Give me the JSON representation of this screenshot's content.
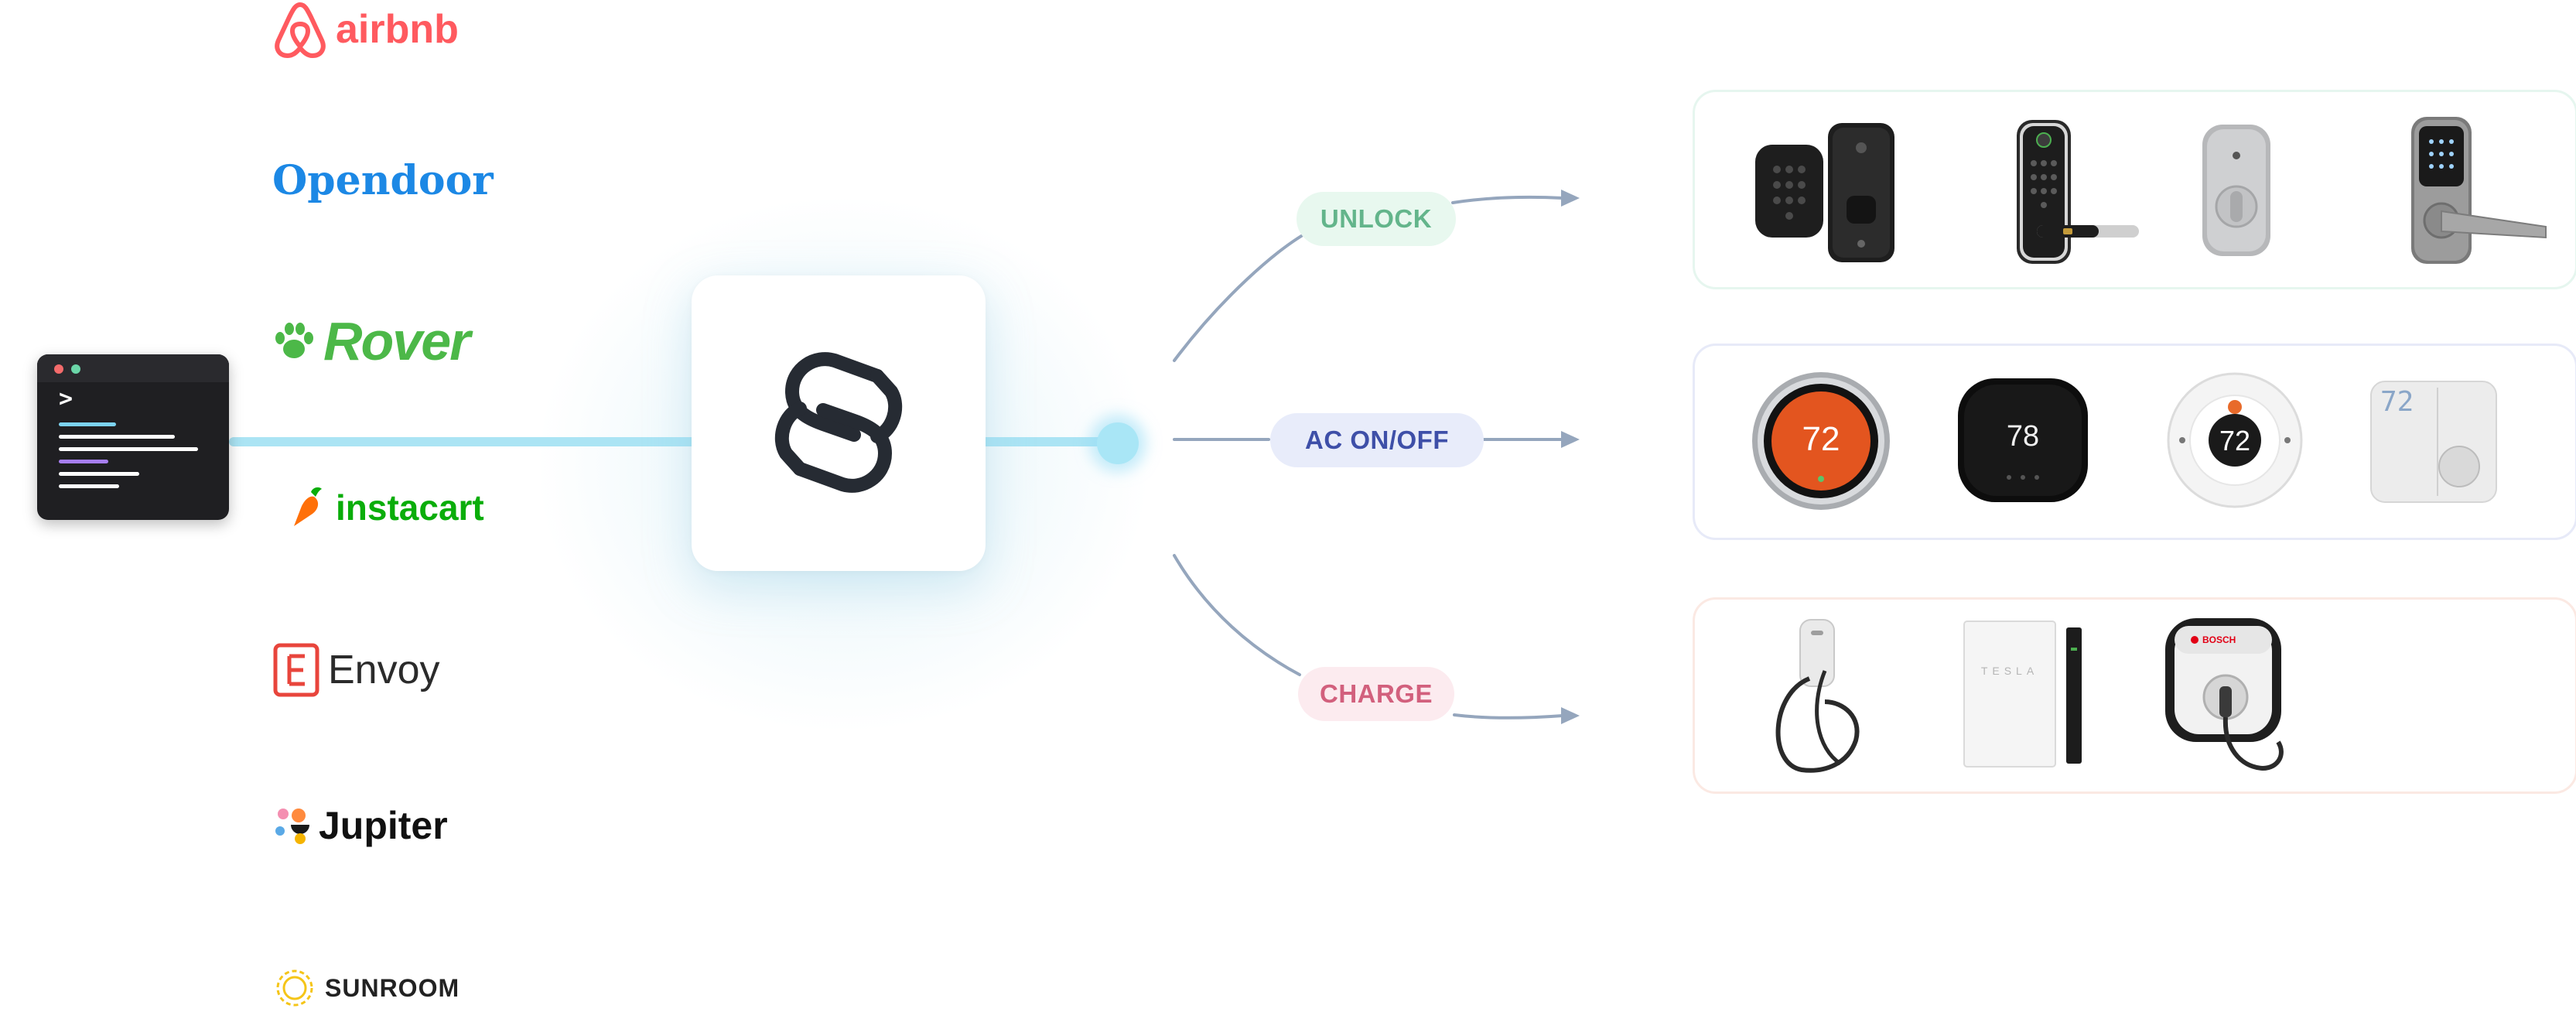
{
  "colors": {
    "flow_line": "#a7e3f3",
    "arrow": "#95a6bd",
    "unlock_bg": "#e8f8ef",
    "unlock_text": "#63b58b",
    "ac_bg": "#e8ecfa",
    "ac_text": "#3e4fa8",
    "charge_bg": "#fcebef",
    "charge_text": "#d2607d",
    "locks_border": "#e6f6ef",
    "thermostats_border": "#e7eaf8",
    "chargers_border": "#fbe9e3"
  },
  "terminal": {
    "prompt": ">"
  },
  "logos": [
    {
      "id": "airbnb",
      "text": "airbnb",
      "color": "#ff5a5f",
      "icon": "airbnb-belo-icon"
    },
    {
      "id": "opendoor",
      "text": "Opendoor",
      "color": "#1c88e5",
      "icon": ""
    },
    {
      "id": "rover",
      "text": "Rover",
      "color": "#4cb848",
      "icon": "paw-icon"
    },
    {
      "id": "instacart",
      "text": "instacart",
      "color": "#0aad0a",
      "icon": "carrot-icon"
    },
    {
      "id": "envoy",
      "text": "Envoy",
      "color": "#2b2b2b",
      "icon": "envoy-e-icon"
    },
    {
      "id": "jupiter",
      "text": "Jupiter",
      "color": "#111111",
      "icon": "jupiter-flower-icon"
    },
    {
      "id": "sunroom",
      "text": "SUNROOM",
      "color": "#222222",
      "icon": "sun-icon"
    }
  ],
  "hub": {
    "icon": "seam-logo-icon"
  },
  "actions": {
    "unlock": "UNLOCK",
    "ac": "AC ON/OFF",
    "charge": "CHARGE"
  },
  "devices": {
    "locks": [
      "yale-keypad-lock-icon",
      "biometric-lever-lock-icon",
      "august-smart-lock-icon",
      "lockly-lever-lock-icon"
    ],
    "thermostats": [
      "nest-thermostat-icon",
      "ecobee-thermostat-icon",
      "honeywell-round-thermostat-icon",
      "lux-thermostat-icon"
    ],
    "thermostat_readings": {
      "nest": "72",
      "ecobee": "78",
      "honeywell": "72",
      "lux": "72"
    },
    "chargers": [
      "wall-ev-charger-icon",
      "tesla-powerwall-icon",
      "bosch-ev-charger-icon"
    ],
    "powerwall_label": "TESLA",
    "bosch_label": "BOSCH"
  }
}
